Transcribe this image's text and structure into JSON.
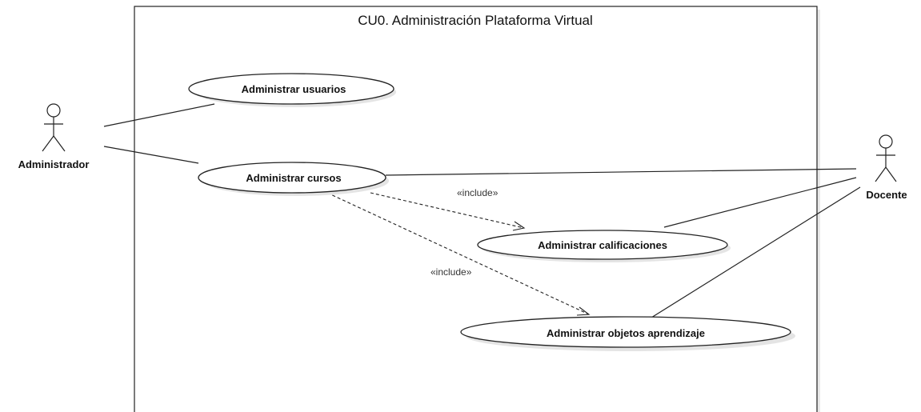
{
  "boundary": {
    "title": "CU0. Administración Plataforma Virtual"
  },
  "actors": {
    "administrador": "Administrador",
    "docente": "Docente"
  },
  "use_cases": {
    "usuarios": "Administrar usuarios",
    "cursos": "Administrar cursos",
    "calificaciones": "Administrar calificaciones",
    "objetos": "Administrar objetos aprendizaje"
  },
  "relations": {
    "include_label": "«include»"
  }
}
